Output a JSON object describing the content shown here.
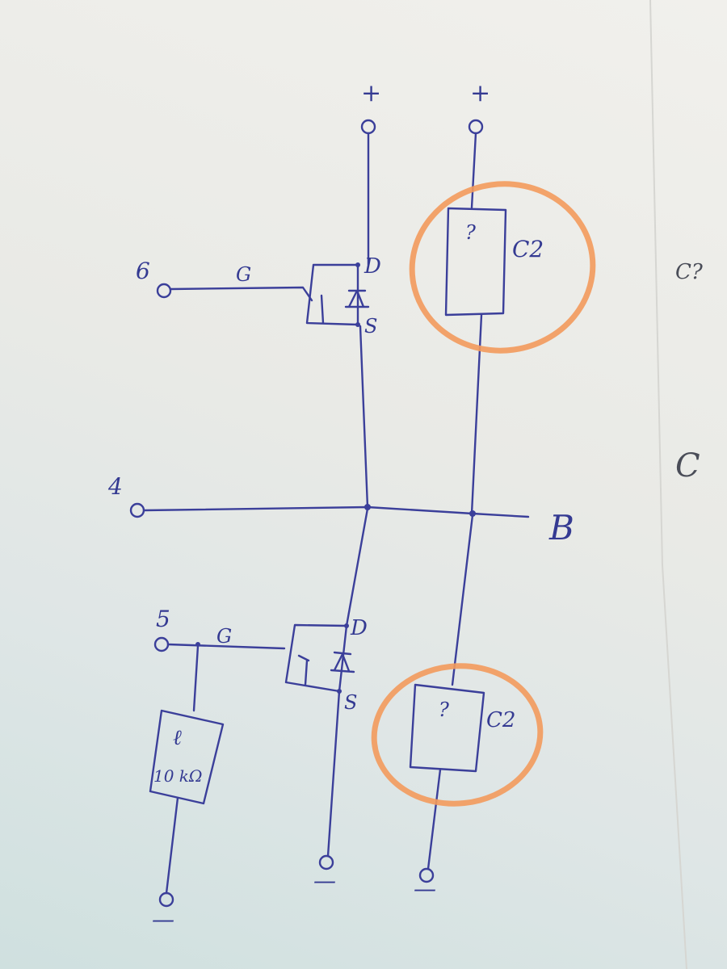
{
  "terminals": {
    "top_left_plus": "+",
    "top_right_plus": "+",
    "gate_upper_number": "6",
    "bridge_number": "4",
    "gate_lower_number": "5",
    "bottom_minus_left": "—",
    "bottom_minus_mid": "—",
    "bottom_minus_right": "—"
  },
  "labels": {
    "gate_upper": "G",
    "gate_lower": "G",
    "drain_upper": "D",
    "source_upper": "S",
    "drain_lower": "D",
    "source_lower": "S",
    "node_b": "B",
    "resistor_top_mark": "ℓ",
    "resistor_value": "10 kΩ",
    "cap_upper_question": "?",
    "cap_upper_name": "C2",
    "cap_lower_question": "?",
    "cap_lower_name": "C2"
  },
  "margin_notes": {
    "note_c2": "C?",
    "note_c": "C"
  },
  "colors": {
    "ink": "#3b3f9a",
    "highlight": "#f39a5c",
    "pencil": "#4a4d58"
  }
}
